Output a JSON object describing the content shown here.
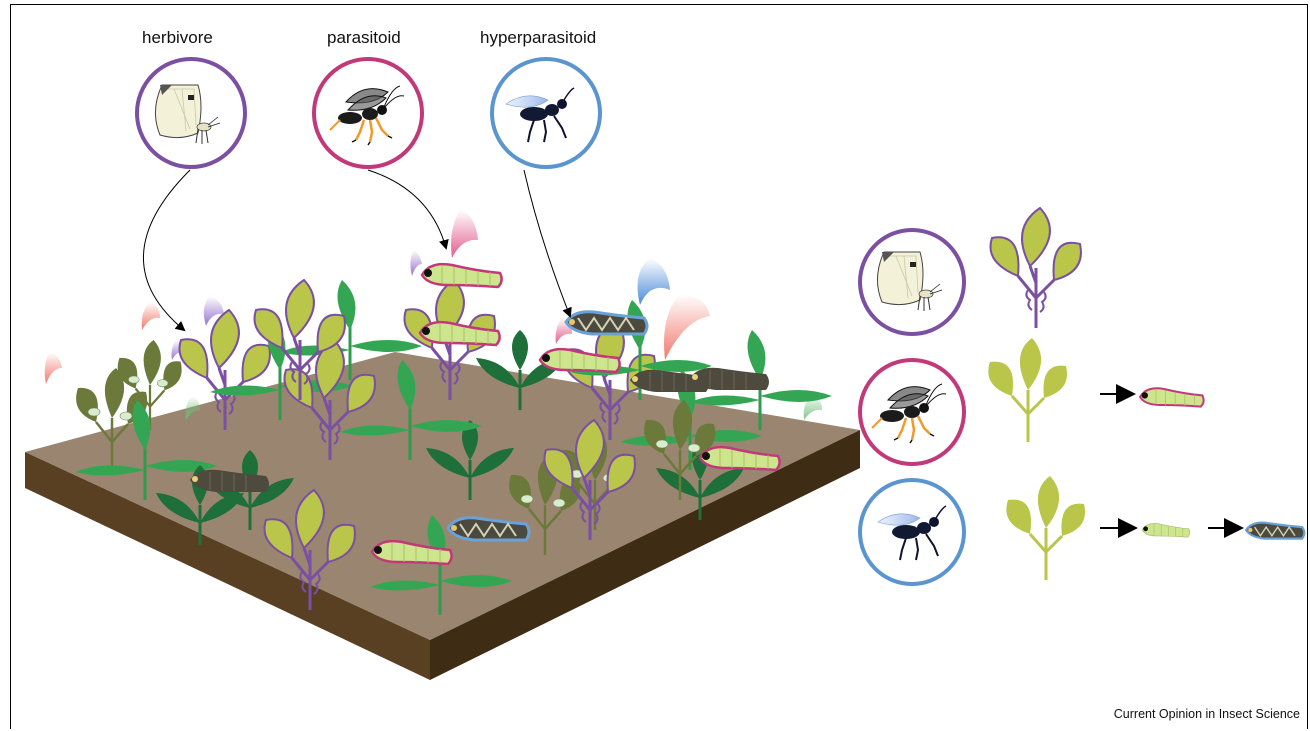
{
  "labels": {
    "herbivore": "herbivore",
    "parasitoid": "parasitoid",
    "hyperparasitoid": "hyperparasitoid"
  },
  "credit": "Current Opinion in Insect Science",
  "colors": {
    "herbivore_ring": "#7b4fa2",
    "parasitoid_ring": "#c2397a",
    "hyperparasitoid_ring": "#5b95cf",
    "soil_top": "#9a8670",
    "soil_side": "#5a4022",
    "plant_yellowgreen": "#b9c64a",
    "plant_green": "#34a653",
    "plant_dark": "#1e6f3a",
    "plant_olive": "#6b7a3a",
    "caterpillar_green": "#c9e28a",
    "caterpillar_dark": "#555044"
  },
  "icons": {
    "herbivore": "butterfly-icon",
    "parasitoid": "wasp-icon",
    "hyperparasitoid": "black-wasp-icon"
  }
}
